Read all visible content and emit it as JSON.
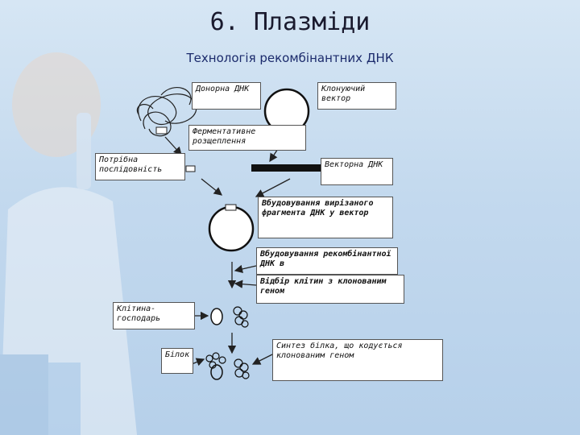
{
  "slide": {
    "title": "6. Плазміди",
    "subtitle": "Технологія рекомбінантних ДНК"
  },
  "labels": {
    "donor_dna": "Донорна ДНК",
    "cloning_vector": "Клонуючий вектор",
    "enzyme_cleavage": "Ферментативне розщеплення",
    "needed_sequence": "Потрібна послідовність",
    "vector_dna": "Векторна ДНК",
    "insertion_fragment": "Вбудовування вирізаного фрагмента ДНК у вектор",
    "insertion_recombinant": "Вбудовування рекомбінантної ДНК в",
    "selection": "Відбір клітин з клонованим геном",
    "host_cell": "Клітина-господарь",
    "protein": "Білок",
    "synthesis": "Синтез білка, що кодується клонованим геном"
  },
  "colors": {
    "background": "#c9ddf0",
    "title": "#1a1a2e",
    "subtitle": "#1b2a6b",
    "box": "#ffffff",
    "line": "#222222"
  }
}
